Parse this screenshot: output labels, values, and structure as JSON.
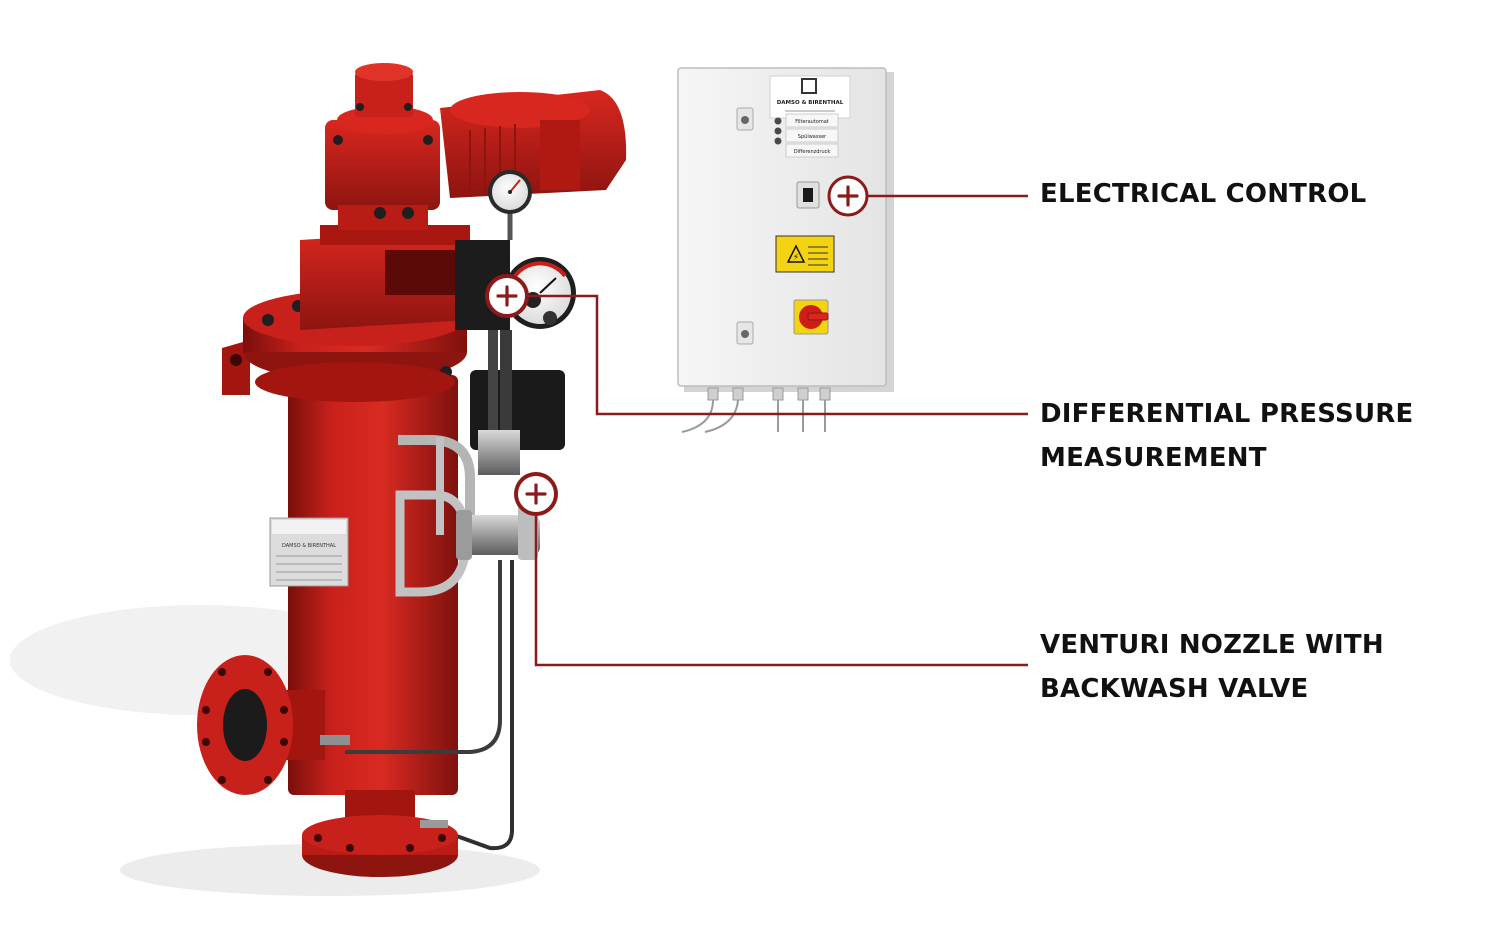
{
  "callouts": [
    {
      "id": "electrical-control",
      "lines": [
        "ELECTRICAL CONTROL"
      ]
    },
    {
      "id": "differential-pressure",
      "lines": [
        "DIFFERENTIAL PRESSURE",
        "MEASUREMENT"
      ]
    },
    {
      "id": "venturi-nozzle",
      "lines": [
        "VENTURI NOZZLE WITH",
        "BACKWASH VALVE"
      ]
    }
  ],
  "cabinet": {
    "brand": "DAMSO & BIRENTHAL",
    "labels": [
      "Filterautomat",
      "Spülwasser",
      "Differenzdruck"
    ]
  },
  "nameplate": {
    "brand": "DAMSO & BIRENTHAL"
  },
  "colors": {
    "accent": "#8b1a1a",
    "filter_red": "#c8201b",
    "filter_dark": "#8e1410",
    "cabinet": "#eeeeee"
  },
  "icons": {
    "hotspot": "plus-circle-icon"
  }
}
